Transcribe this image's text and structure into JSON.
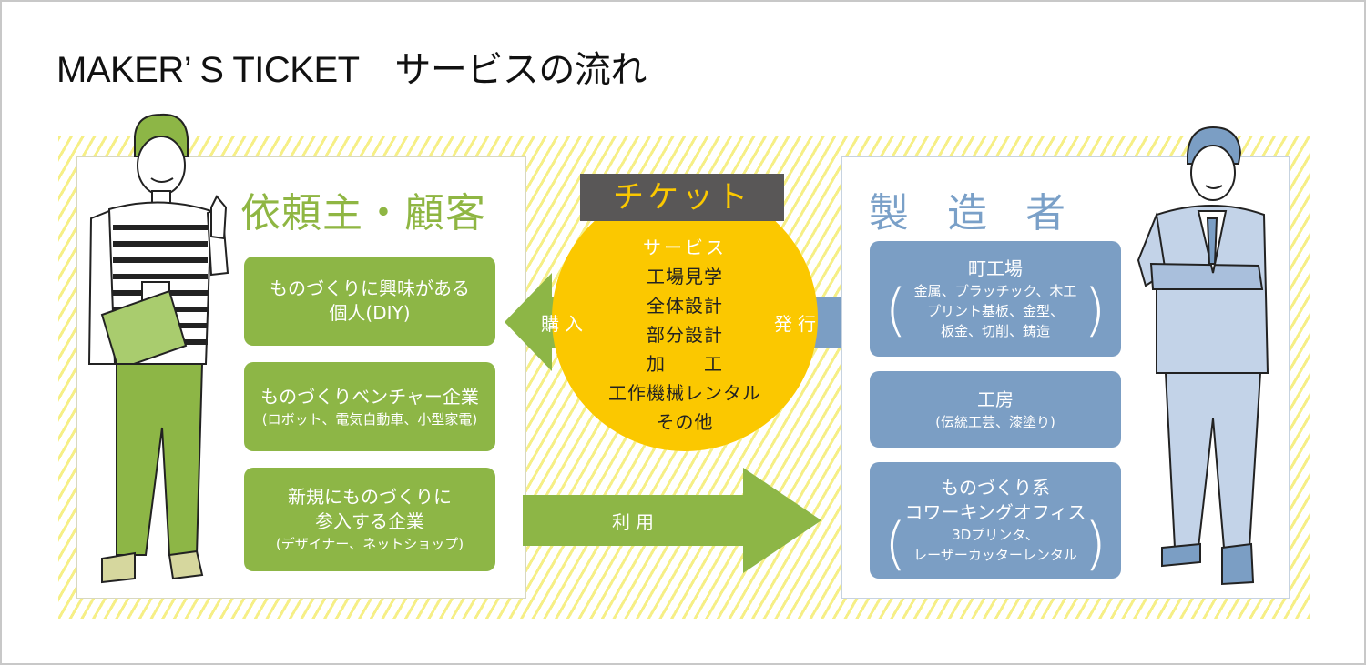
{
  "title": "MAKER’ S TICKET　サービスの流れ",
  "colors": {
    "green": "#8db646",
    "blue": "#7b9ec4",
    "yellow": "#fbc800",
    "stripe": "#f6ef86",
    "dark": "#595757"
  },
  "client": {
    "heading": "依頼主・顧客",
    "boxes": [
      {
        "line1": "ものづくりに興味がある",
        "line2": "個人(DIY)"
      },
      {
        "line1": "ものづくりベンチャー企業",
        "line2": "(ロボット、電気自動車、小型家電)"
      },
      {
        "line1": "新規にものづくりに",
        "line2": "参入する企業",
        "line3": "(デザイナー、ネットショップ)"
      }
    ]
  },
  "maker": {
    "heading": "製造者",
    "boxes": [
      {
        "title": "町工場",
        "detail1": "金属、プラッチック、木工",
        "detail2": "プリント基板、金型、",
        "detail3": "板金、切削、鋳造"
      },
      {
        "title": "工房",
        "detail1": "(伝統工芸、漆塗り)"
      },
      {
        "title1": "ものづくり系",
        "title2": "コワーキングオフィス",
        "detail1": "3Dプリンタ、",
        "detail2": "レーザーカッターレンタル"
      }
    ]
  },
  "ticket": {
    "label": "チケット",
    "services_title": "サービス",
    "services": [
      "工場見学",
      "全体設計",
      "部分設計",
      "加　　工",
      "工作機械レンタル",
      "その他"
    ]
  },
  "arrows": {
    "purchase": "購入",
    "issue": "発行",
    "use": "利用"
  },
  "people": {
    "client": "client-person-illustration",
    "maker": "worker-person-illustration"
  }
}
